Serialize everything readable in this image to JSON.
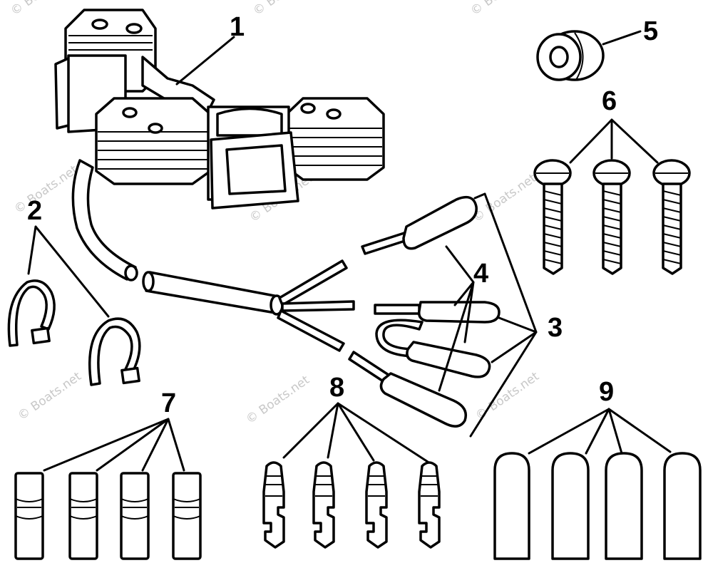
{
  "watermark": "© Boats.net",
  "callouts": {
    "c1": "1",
    "c2": "2",
    "c3": "3",
    "c4": "4",
    "c5": "5",
    "c6": "6",
    "c7": "7",
    "c8": "8",
    "c9": "9"
  }
}
